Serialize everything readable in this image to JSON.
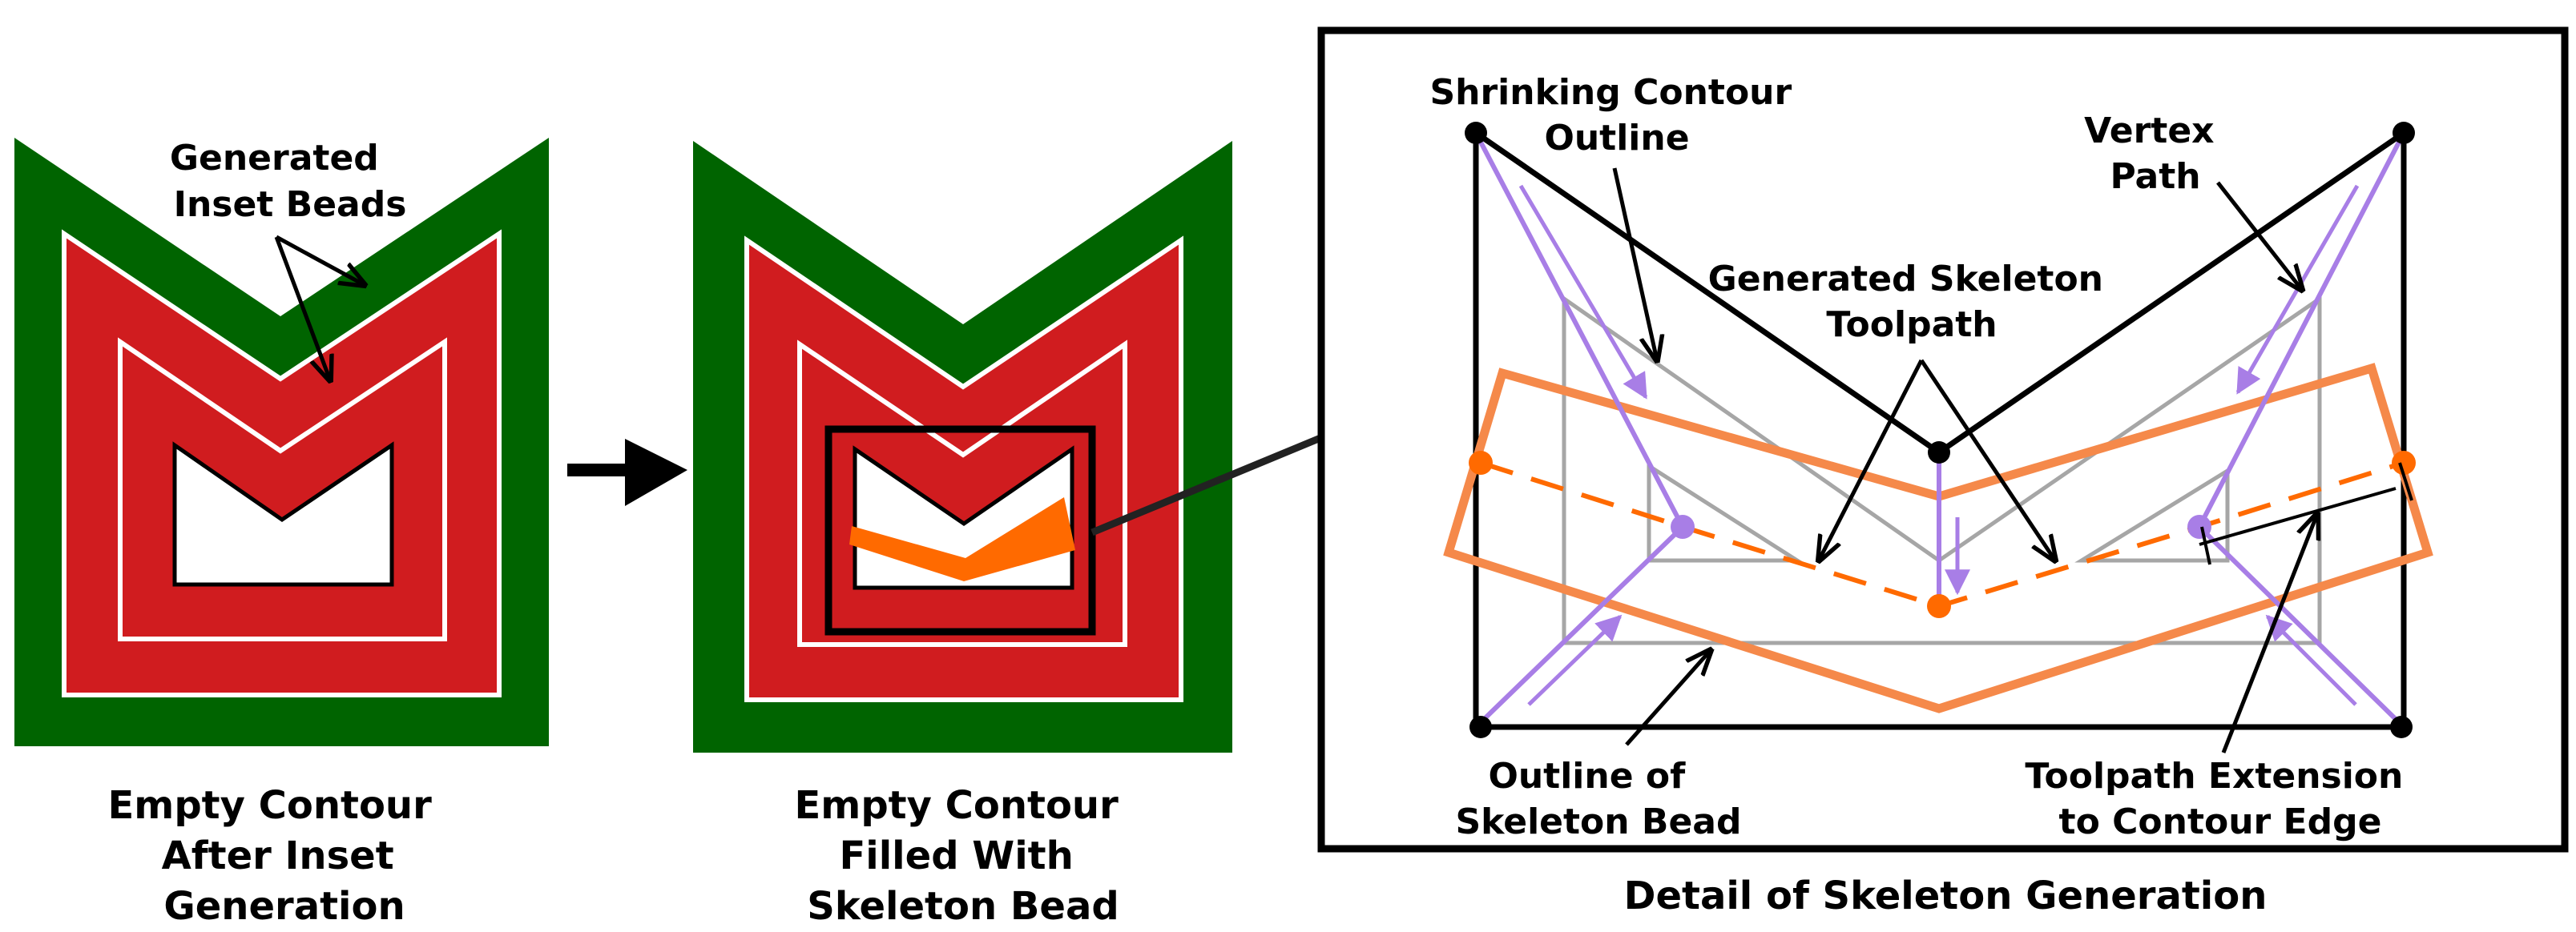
{
  "colors": {
    "green": "#006400",
    "red": "#d01c1f",
    "orange": "#ff6a00",
    "light_orange": "#f5894a",
    "purple": "#a87ee6",
    "gray": "#a6a6a6",
    "black": "#000000"
  },
  "panel_left": {
    "label_lines": [
      "Generated",
      "Inset Beads"
    ],
    "caption_lines": [
      "Empty Contour",
      "After Inset",
      "Generation"
    ]
  },
  "panel_middle": {
    "caption_lines": [
      "Empty Contour",
      "Filled With",
      "Skeleton Bead"
    ]
  },
  "panel_detail": {
    "labels": {
      "shrinking_contour": [
        "Shrinking Contour",
        "Outline"
      ],
      "vertex_path": [
        "Vertex",
        "Path"
      ],
      "skeleton_toolpath": [
        "Generated Skeleton",
        "Toolpath"
      ],
      "bead_outline": [
        "Outline of",
        "Skeleton Bead"
      ],
      "toolpath_extension": [
        "Toolpath Extension",
        "to Contour Edge"
      ]
    },
    "caption": "Detail of Skeleton Generation"
  }
}
